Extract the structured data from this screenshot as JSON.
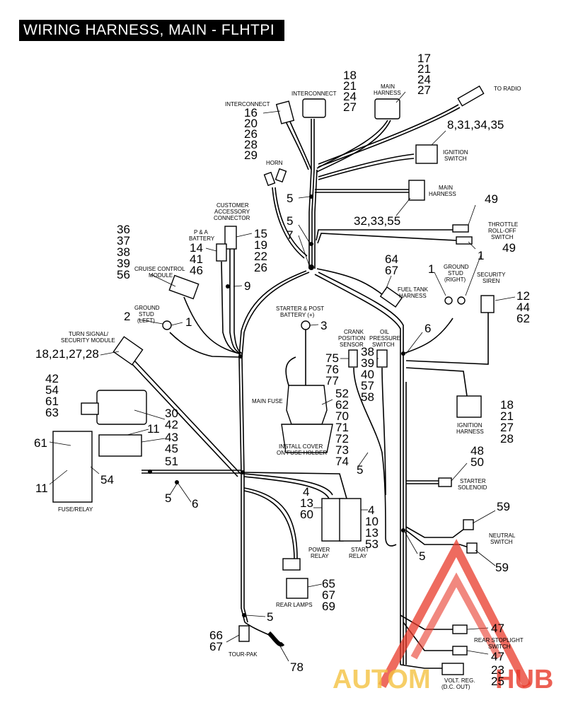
{
  "title": "WIRING HARNESS, MAIN - FLHTPI",
  "labels": {
    "interconnect_left": "INTERCONNECT",
    "interconnect_mid": "INTERCONNECT",
    "main_harness_top_1": "MAIN",
    "main_harness_top_2": "HARNESS",
    "to_radio": "TO RADIO",
    "ignition_switch_1": "IGNITION",
    "ignition_switch_2": "SWITCH",
    "horn": "HORN",
    "main_harness_right_1": "MAIN",
    "main_harness_right_2": "HARNESS",
    "customer_acc_1": "CUSTOMER",
    "customer_acc_2": "ACCESSORY",
    "customer_acc_3": "CONNECTOR",
    "pa_battery_1": "P & A",
    "pa_battery_2": "BATTERY",
    "throttle_1": "THROTTLE",
    "throttle_2": "ROLL-OFF",
    "throttle_3": "SWITCH",
    "cruise_1": "CRUISE CONTROL",
    "cruise_2": "MODULE",
    "fuel_tank_1": "FUEL TANK",
    "fuel_tank_2": "HARNESS",
    "ground_right_1": "GROUND",
    "ground_right_2": "STUD",
    "ground_right_3": "(RIGHT)",
    "security_siren_1": "SECURITY",
    "security_siren_2": "SIREN",
    "ground_left_1": "GROUND",
    "ground_left_2": "STUD",
    "ground_left_3": "(LEFT)",
    "starter_post_1": "STARTER & POST",
    "starter_post_2": "BATTERY (+)",
    "turn_signal_1": "TURN SIGNAL/",
    "turn_signal_2": "SECURITY MODULE",
    "crank_1": "CRANK",
    "crank_2": "POSITION",
    "crank_3": "SENSOR",
    "oil_1": "OIL",
    "oil_2": "PRESSURE",
    "oil_3": "SWITCH",
    "main_fuse": "MAIN FUSE",
    "install_cover_1": "INSTALL COVER",
    "install_cover_2": "ON FUSE HOLDER",
    "ignition_harness_1": "IGNITION",
    "ignition_harness_2": "HARNESS",
    "starter_solenoid_1": "STARTER",
    "starter_solenoid_2": "SOLENOID",
    "fuse_relay": "FUSE/RELAY",
    "power_relay_1": "POWER",
    "power_relay_2": "RELAY",
    "start_relay_1": "START",
    "start_relay_2": "RELAY",
    "neutral_1": "NEUTRAL",
    "neutral_2": "SWITCH",
    "rear_lamps": "REAR LAMPS",
    "rear_stoplight_1": "REAR STOPLIGHT",
    "rear_stoplight_2": "SWITCH",
    "tour_pak": "TOUR-PAK",
    "volt_reg_1": "VOLT. REG.",
    "volt_reg_2": "(D.C. OUT)"
  },
  "callouts": {
    "c17": "17",
    "c21a": "21",
    "c24a": "24",
    "c27a": "27",
    "c18a": "18",
    "c21b": "21",
    "c24b": "24",
    "c27b": "27",
    "c16": "16",
    "c20": "20",
    "c26a": "26",
    "c28a": "28",
    "c29": "29",
    "c8_31": "8,31,34,35",
    "c5a": "5",
    "c5b": "5",
    "c7": "7",
    "c32_33_55": "32,33,55",
    "c49a": "49",
    "c49b": "49",
    "c15": "15",
    "c19": "19",
    "c22": "22",
    "c26b": "26",
    "c14": "14",
    "c41": "41",
    "c46": "46",
    "c36": "36",
    "c37": "37",
    "c38a": "38",
    "c39a": "39",
    "c56": "56",
    "c9": "9",
    "c64": "64",
    "c67a": "67",
    "c1a": "1",
    "c1b": "1",
    "c1c": "1",
    "c12": "12",
    "c44": "44",
    "c62a": "62",
    "c2": "2",
    "c3": "3",
    "c6a": "6",
    "c18_21_27_28": "18,21,27,28",
    "c75": "75",
    "c76": "76",
    "c77": "77",
    "c38b": "38",
    "c39b": "39",
    "c40": "40",
    "c57": "57",
    "c58": "58",
    "c42a": "42",
    "c54a": "54",
    "c61a": "61",
    "c63": "63",
    "c52": "52",
    "c62b": "62",
    "c70": "70",
    "c71": "71",
    "c72": "72",
    "c73": "73",
    "c74": "74",
    "c18b": "18",
    "c21c": "21",
    "c27c": "27",
    "c28b": "28",
    "c30": "30",
    "c42b": "42",
    "c43": "43",
    "c45": "45",
    "c51": "51",
    "c11a": "11",
    "c11b": "11",
    "c61b": "61",
    "c54b": "54",
    "c48": "48",
    "c50": "50",
    "c5c": "5",
    "c5d": "5",
    "c6b": "6",
    "c4a": "4",
    "c13a": "13",
    "c60": "60",
    "c4b": "4",
    "c10": "10",
    "c13b": "13",
    "c53": "53",
    "c59a": "59",
    "c59b": "59",
    "c5e": "5",
    "c65": "65",
    "c67b": "67",
    "c69": "69",
    "c5f": "5",
    "c66": "66",
    "c67c": "67",
    "c78": "78",
    "c47a": "47",
    "c47b": "47",
    "c23": "23",
    "c25": "25"
  },
  "watermark": {
    "text_left": "AUTOM",
    "text_right": "HUB",
    "color_red": "#e8392a",
    "color_yellow": "#f5c242"
  }
}
